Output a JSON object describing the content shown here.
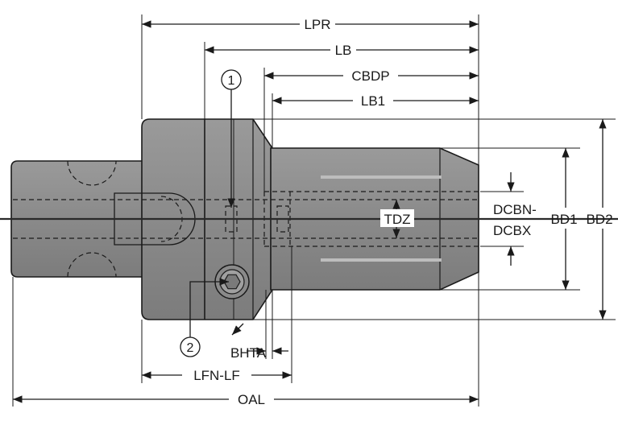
{
  "labels": {
    "lpr": "LPR",
    "lb": "LB",
    "cbdp": "CBDP",
    "lb1": "LB1",
    "tdz": "TDZ",
    "dcbn": "DCBN-",
    "dcbx": "DCBX",
    "bd1": "BD1",
    "bd2": "BD2",
    "bhta": "BHTA",
    "lfn_lf": "LFN-LF",
    "oal": "OAL"
  },
  "callouts": {
    "one": "1",
    "two": "2"
  },
  "colors": {
    "body": "#8f8f8f",
    "body_dark": "#6f6f6f",
    "highlight": "#b9b9b9",
    "line": "#1a1a1a"
  },
  "icons": {
    "screw": "set-screw-icon"
  }
}
